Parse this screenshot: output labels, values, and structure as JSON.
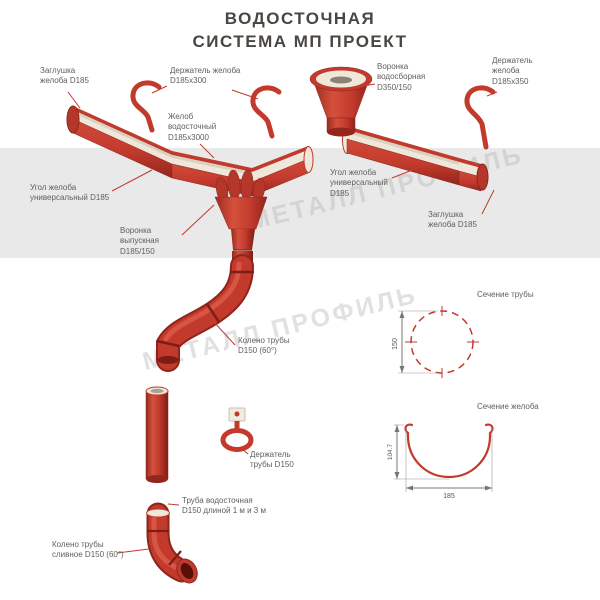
{
  "title": {
    "line1": "ВОДОСТОЧНАЯ",
    "line2": "СИСТЕМА МП ПРОЕКТ"
  },
  "watermark": {
    "text": "МЕТАЛЛ ПРОФИЛЬ"
  },
  "palette": {
    "part_red": "#c23a2c",
    "part_red_dark": "#8f241c",
    "inner_cream": "#efe8da",
    "background_band": "#e9e9e9",
    "label_text": "#5f5f5f"
  },
  "labels": {
    "zaglushka_left": "Заглушка\nжелоба D185",
    "derzhatel_zheloba_300": "Держатель желоба\nD185х300",
    "voronka_vodosbornaya": "Воронка\nводосборная\nD350/150",
    "derzhatel_zheloba_350": "Держатель\nжелоба\nD185х350",
    "zhelob_vodostochny": "Желоб\nводосточный\nD185х3000",
    "ugol_left": "Угол желоба\nуниверсальный D185",
    "ugol_right": "Угол желоба\nуниверсальный\nD185",
    "zaglushka_right": "Заглушка\nжелоба D185",
    "voronka_vypusknaya": "Воронка\nвыпускная\nD185/150",
    "koleno_truby": "Колено трубы\nD150 (60°)",
    "derzhatel_truby": "Держатель\nтрубы D150",
    "truba_vodostochnaya": "Труба водосточная\nD150 длиной 1 м и 3 м",
    "koleno_slivnoe": "Колено трубы\nсливное D150 (60°)"
  },
  "sections": {
    "pipe": {
      "title": "Сечение трубы",
      "diameter": "150"
    },
    "gutter": {
      "title": "Сечение желоба",
      "height": "104.7",
      "width": "185"
    }
  }
}
